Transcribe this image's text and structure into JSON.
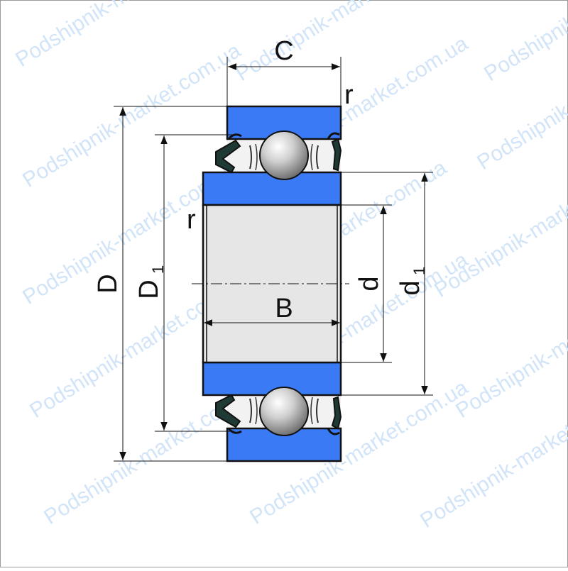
{
  "watermark": {
    "text": "Podshipnik-market.com.ua",
    "color": "#d2e4f7"
  },
  "labels": {
    "C": "C",
    "r_top": "r",
    "r_left": "r",
    "D": "D",
    "D1_main": "D",
    "D1_sub": "1",
    "B": "B",
    "d": "d",
    "d1_main": "d",
    "d1_sub": "1"
  },
  "colors": {
    "ring_fill": "#3a7af5",
    "bore_fill": "#e6e6e6",
    "ball_light": "#ffffff",
    "ball_dark": "#6d6d6d",
    "seal_fill": "#1f3a34",
    "outline": "#111111",
    "frame": "#9a9a9a"
  }
}
